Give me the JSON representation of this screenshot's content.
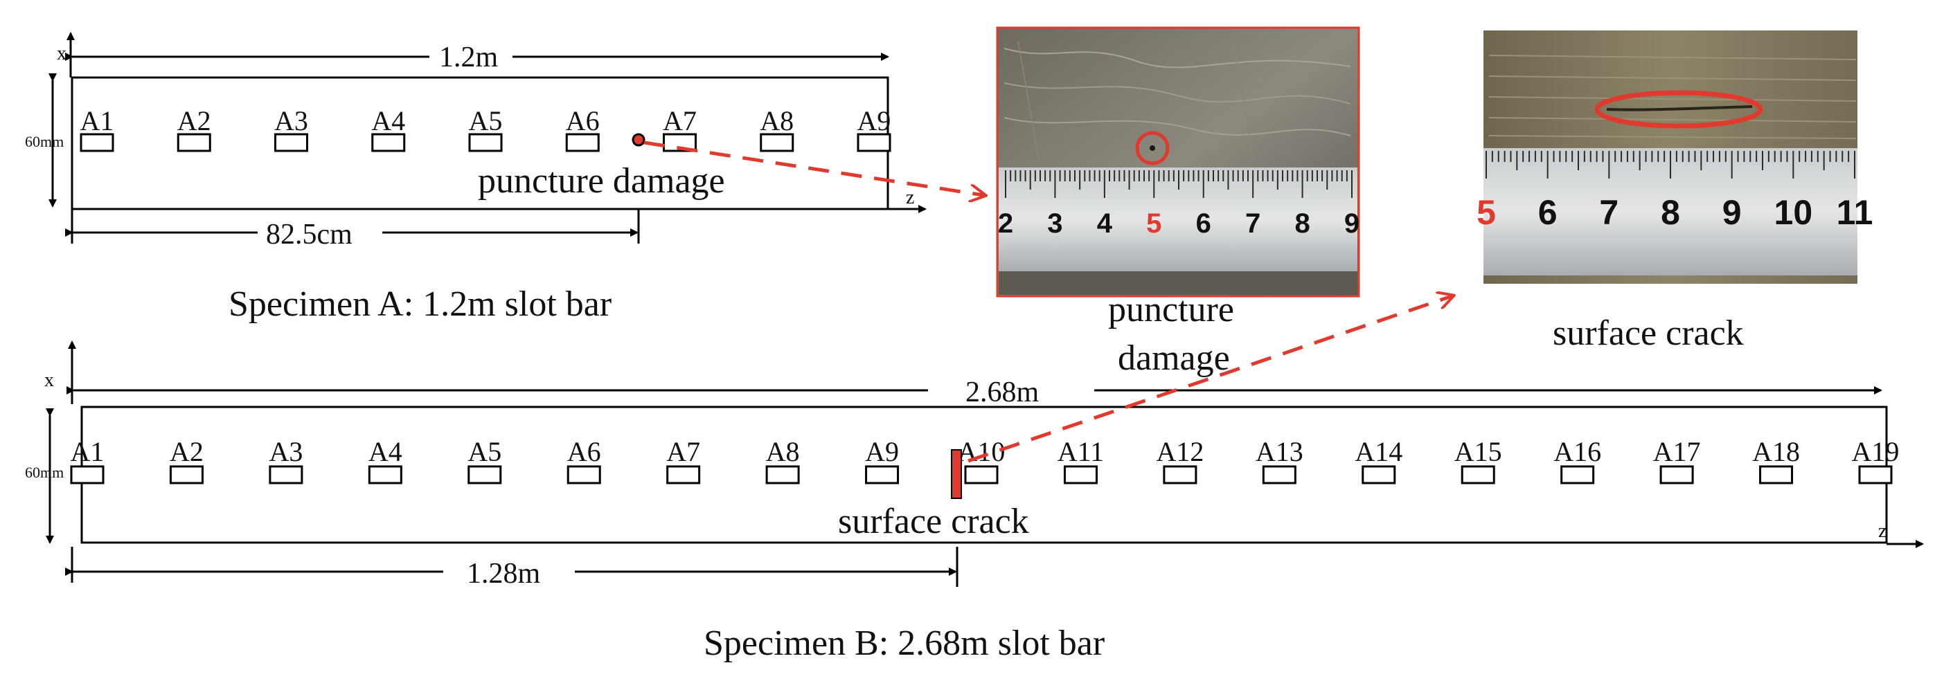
{
  "specimen_a": {
    "axis_x": "x",
    "axis_z": "z",
    "length_label": "1.2m",
    "width_label": "60mm",
    "damage_offset_label": "82.5cm",
    "damage_label": "puncture damage",
    "caption": "Specimen A: 1.2m slot bar",
    "sensors": [
      "A1",
      "A2",
      "A3",
      "A4",
      "A5",
      "A6",
      "A7",
      "A8",
      "A9"
    ]
  },
  "specimen_b": {
    "axis_x": "x",
    "axis_z": "z",
    "length_label": "2.68m",
    "width_label": "60mm",
    "damage_offset_label": "1.28m",
    "damage_label": "surface crack",
    "caption": "Specimen B: 2.68m slot bar",
    "sensors": [
      "A1",
      "A2",
      "A3",
      "A4",
      "A5",
      "A6",
      "A7",
      "A8",
      "A9",
      "A10",
      "A11",
      "A12",
      "A13",
      "A14",
      "A15",
      "A16",
      "A17",
      "A18",
      "A19"
    ]
  },
  "photo_puncture": {
    "caption_line1": "puncture",
    "caption_line2": "damage",
    "ruler_numbers": [
      "2",
      "3",
      "4",
      "5",
      "6",
      "7",
      "8",
      "9"
    ],
    "highlight_number": "5"
  },
  "photo_crack": {
    "caption": "surface crack",
    "ruler_numbers": [
      "5",
      "6",
      "7",
      "8",
      "9",
      "10",
      "11"
    ],
    "highlight_number": "5"
  },
  "colors": {
    "damage": "#e03a2e",
    "line": "#000000",
    "sensor_fill": "#ffffff"
  }
}
